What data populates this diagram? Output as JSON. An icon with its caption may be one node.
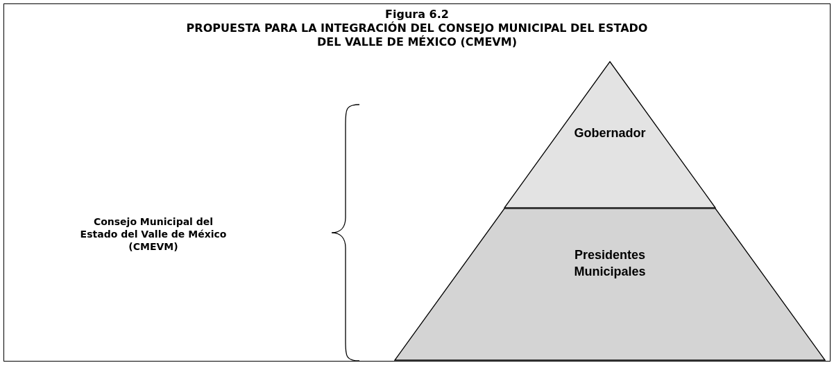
{
  "diagram": {
    "title": "PROPUESTA PARA LA INTEGRACIÓN DEL CONSEJO MUNICIPAL DEL ESTADO DEL VALLE DE MÉXICO (CMEVM)",
    "nodes": [
      {
        "text": [
          "Gobernador"
        ]
      },
      {
        "text": [
          "Presidentes Municipales"
        ]
      }
    ],
    "edges": [],
    "labels": [
      "Figura 6.2",
      "Consejo Municipal del Estado del Valle de México (CMEVM)"
    ]
  }
}
